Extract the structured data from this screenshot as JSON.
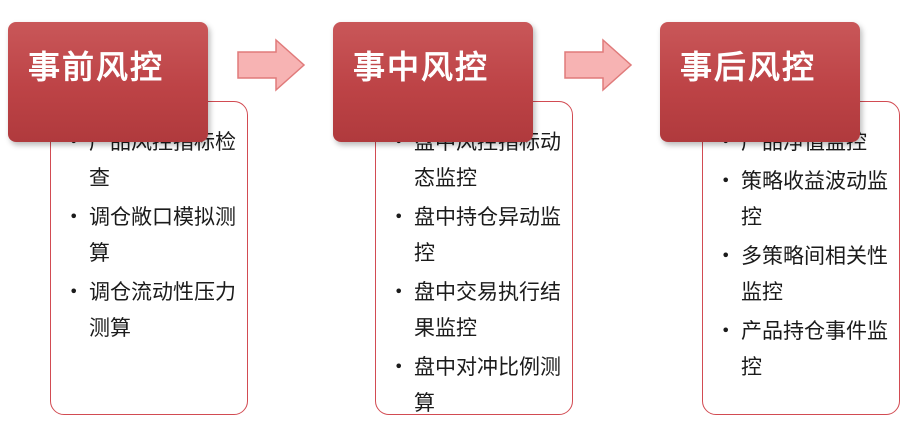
{
  "stages": [
    {
      "title": "事前风控",
      "items": [
        "产品风控指标检查",
        "调仓敞口模拟测算",
        "调仓流动性压力测算"
      ]
    },
    {
      "title": "事中风控",
      "items": [
        "盘中风控指标动态监控",
        "盘中持仓异动监控",
        "盘中交易执行结果监控",
        "盘中对冲比例测算"
      ]
    },
    {
      "title": "事后风控",
      "items": [
        "产品净值监控",
        "策略收益波动监控",
        "多策略间相关性监控",
        "产品持仓事件监控"
      ]
    }
  ],
  "bullet_char": "•",
  "colors": {
    "header_fill": "#bd4346",
    "card_border": "#d24b52",
    "arrow_fill": "#f7b3b3",
    "arrow_stroke": "#e07b7b"
  },
  "arrow_icon": "right-arrow-icon"
}
